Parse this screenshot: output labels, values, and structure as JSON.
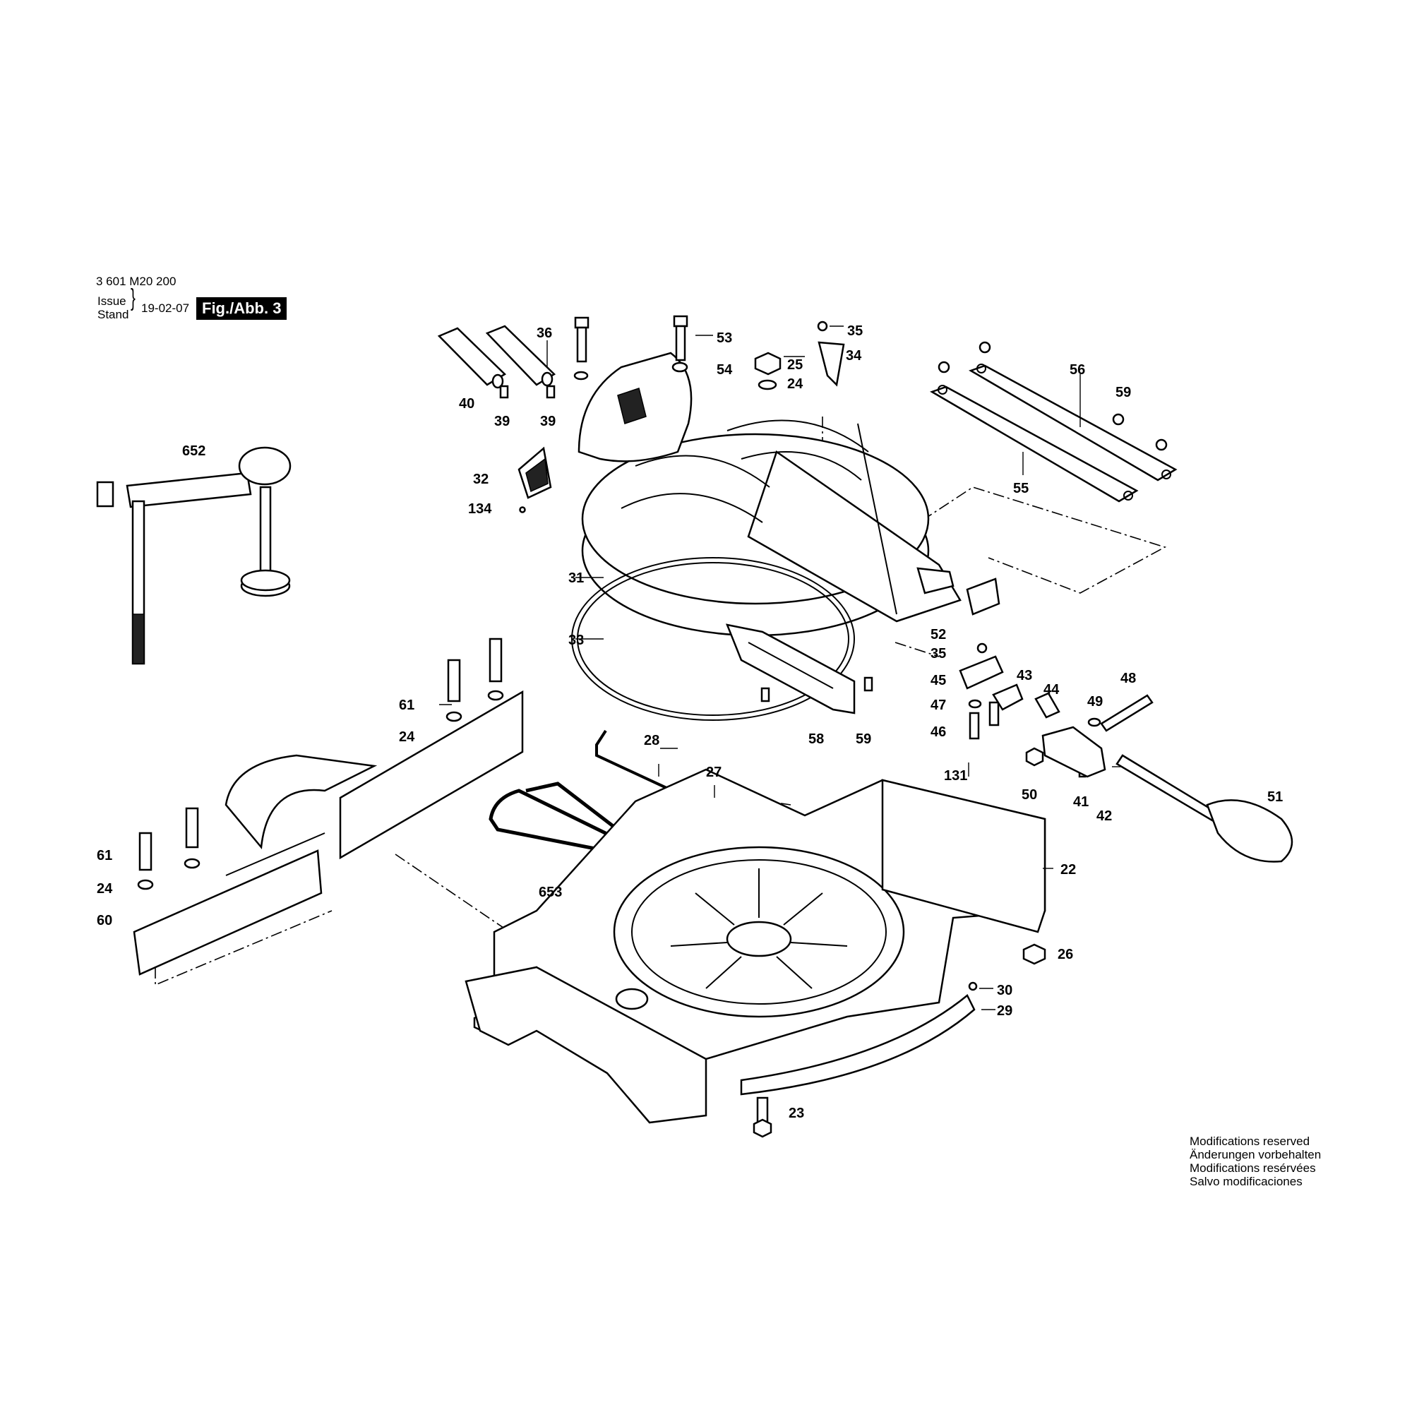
{
  "header": {
    "doc_number": "3 601 M20 200",
    "issue_label": "Issue",
    "stand_label": "Stand",
    "date": "19-02-07",
    "figure_badge": "Fig./Abb. 3"
  },
  "notice": {
    "lines": [
      "Modifications reserved",
      "Änderungen vorbehalten",
      "Modifications resérvées",
      "Salvo modificaciones"
    ]
  },
  "callouts": [
    {
      "id": "c36",
      "text": "36"
    },
    {
      "id": "c53",
      "text": "53"
    },
    {
      "id": "c35a",
      "text": "35"
    },
    {
      "id": "c25",
      "text": "25"
    },
    {
      "id": "c34",
      "text": "34"
    },
    {
      "id": "c54",
      "text": "54"
    },
    {
      "id": "c24a",
      "text": "24"
    },
    {
      "id": "c56",
      "text": "56"
    },
    {
      "id": "c59a",
      "text": "59"
    },
    {
      "id": "c40",
      "text": "40"
    },
    {
      "id": "c39a",
      "text": "39"
    },
    {
      "id": "c39b",
      "text": "39"
    },
    {
      "id": "c652",
      "text": "652"
    },
    {
      "id": "c32",
      "text": "32"
    },
    {
      "id": "c134",
      "text": "134"
    },
    {
      "id": "c55",
      "text": "55"
    },
    {
      "id": "c31",
      "text": "31"
    },
    {
      "id": "c33",
      "text": "33"
    },
    {
      "id": "c52",
      "text": "52"
    },
    {
      "id": "c35b",
      "text": "35"
    },
    {
      "id": "c45",
      "text": "45"
    },
    {
      "id": "c43",
      "text": "43"
    },
    {
      "id": "c48",
      "text": "48"
    },
    {
      "id": "c44",
      "text": "44"
    },
    {
      "id": "c49",
      "text": "49"
    },
    {
      "id": "c47",
      "text": "47"
    },
    {
      "id": "c46",
      "text": "46"
    },
    {
      "id": "c61a",
      "text": "61"
    },
    {
      "id": "c24b",
      "text": "24"
    },
    {
      "id": "c58",
      "text": "58"
    },
    {
      "id": "c59b",
      "text": "59"
    },
    {
      "id": "c28",
      "text": "28"
    },
    {
      "id": "c27",
      "text": "27"
    },
    {
      "id": "c131",
      "text": "131"
    },
    {
      "id": "c50",
      "text": "50"
    },
    {
      "id": "c41",
      "text": "41"
    },
    {
      "id": "c42",
      "text": "42"
    },
    {
      "id": "c51",
      "text": "51"
    },
    {
      "id": "c61b",
      "text": "61"
    },
    {
      "id": "c22",
      "text": "22"
    },
    {
      "id": "c24c",
      "text": "24"
    },
    {
      "id": "c653",
      "text": "653"
    },
    {
      "id": "c60",
      "text": "60"
    },
    {
      "id": "c26",
      "text": "26"
    },
    {
      "id": "c30",
      "text": "30"
    },
    {
      "id": "c29",
      "text": "29"
    },
    {
      "id": "c23",
      "text": "23"
    }
  ]
}
